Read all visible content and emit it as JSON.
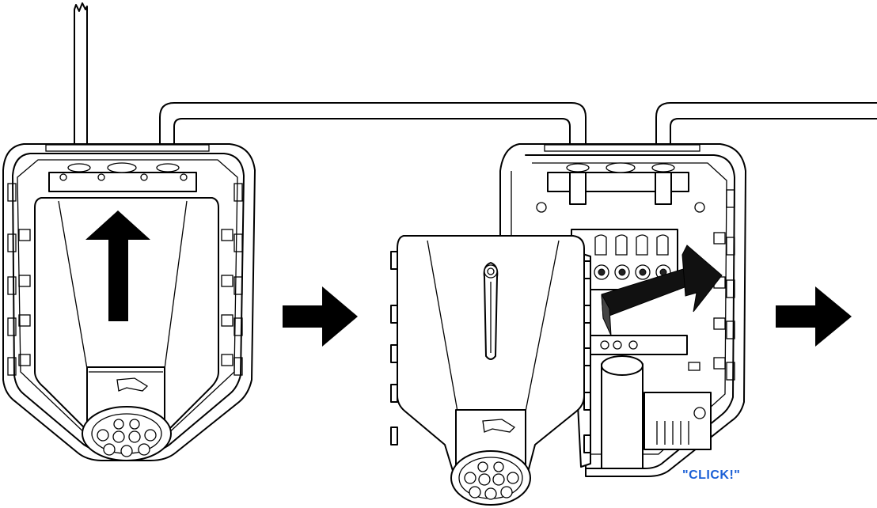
{
  "callout": {
    "text": "\"CLICK!\"",
    "color": "#1a5fd6"
  },
  "steps": [
    {
      "id": "step-1",
      "action": "slide-cover-up"
    },
    {
      "id": "step-2",
      "action": "swing-cover-onto-base"
    }
  ],
  "icons": [
    "up-arrow-icon",
    "right-arrow-icon",
    "curved-arrow-icon"
  ]
}
